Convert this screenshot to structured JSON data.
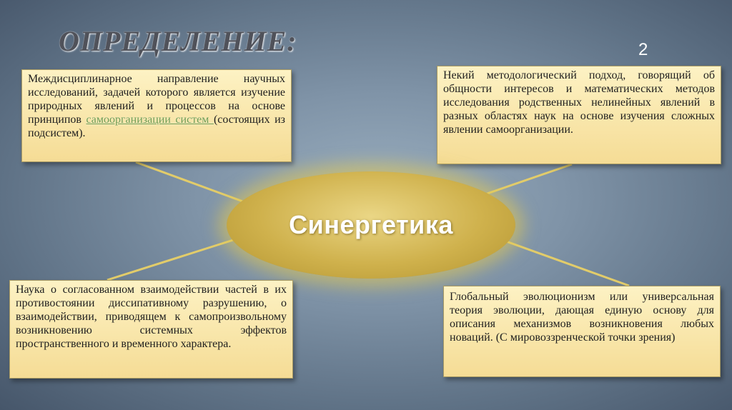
{
  "slide": {
    "title": "ОПРЕДЕЛЕНИЕ:",
    "number": "2"
  },
  "center": {
    "label": "Синергетика"
  },
  "boxes": {
    "top_left": {
      "text_before": "Междисциплинарное направление научных исследований, задачей которого является изучение природных явлений и процессов на основе принципов ",
      "link_text": "самоорганизации систем ",
      "text_after": "(состоящих из подсистем)."
    },
    "top_right": {
      "text": "Некий методологический подход, говорящий об общности интересов и математических методов исследования родственных нелинейных явлений в разных областях наук на основе изучения сложных явлении самоорганизации."
    },
    "bottom_left": {
      "text": "Наука о согласованном взаимодействии частей в их противостоянии диссипативному разрушению, о взаимодействии, приводящем к самопроизвольному возникновению системных эффектов пространственного и временного характера."
    },
    "bottom_right": {
      "text": "Глобальный эволюционизм или универсальная теория эволюции, дающая единую основу для описания механизмов возникновения любых новаций. (С мировоззренческой точки зрения)"
    }
  },
  "colors": {
    "background": "#7f93a7",
    "box_fill": "#f7e2a3",
    "ellipse_fill": "#cfb14c",
    "connector": "#e2cc6a",
    "link": "#6f9b4c"
  }
}
